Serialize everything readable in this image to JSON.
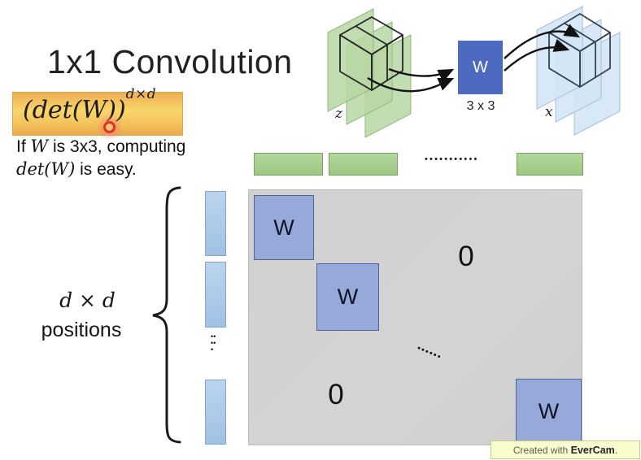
{
  "slide": {
    "title": "1x1 Convolution",
    "formula": {
      "main": "(det(W))",
      "sup": "d×d"
    },
    "note": {
      "line1_pre": "If ",
      "line1_math": "W",
      "line1_post": " is 3x3, computing",
      "line2_math": "det(W)",
      "line2_post": " is easy."
    }
  },
  "conv": {
    "input_label": "z",
    "kernel_label": "W",
    "kernel_size": "3 x 3",
    "output_label": "x"
  },
  "matrix": {
    "row_label_line1": "d × d",
    "row_label_line2": "positions",
    "blocks": [
      {
        "label": "W"
      },
      {
        "label": "W"
      },
      {
        "label": "W"
      }
    ],
    "zeros": [
      "0",
      "0"
    ],
    "top_dots": "•••••••••••",
    "diag_dots": "••••••",
    "vert_dots": "•••••"
  },
  "watermark": {
    "prefix": "Created with ",
    "brand": "EverCam",
    "suffix": "."
  },
  "colors": {
    "highlight_yellow": "#f6c75f",
    "laser_red": "#e03127",
    "kernel_blue": "#4d6ac1",
    "block_blue": "#97a9d8",
    "bar_blue": "#aac7e8",
    "bar_green": "#a8cf92",
    "plane_green": "#b7d7a3",
    "plane_blue": "#d4e5f5",
    "matrix_gray": "#d2d2d2"
  }
}
